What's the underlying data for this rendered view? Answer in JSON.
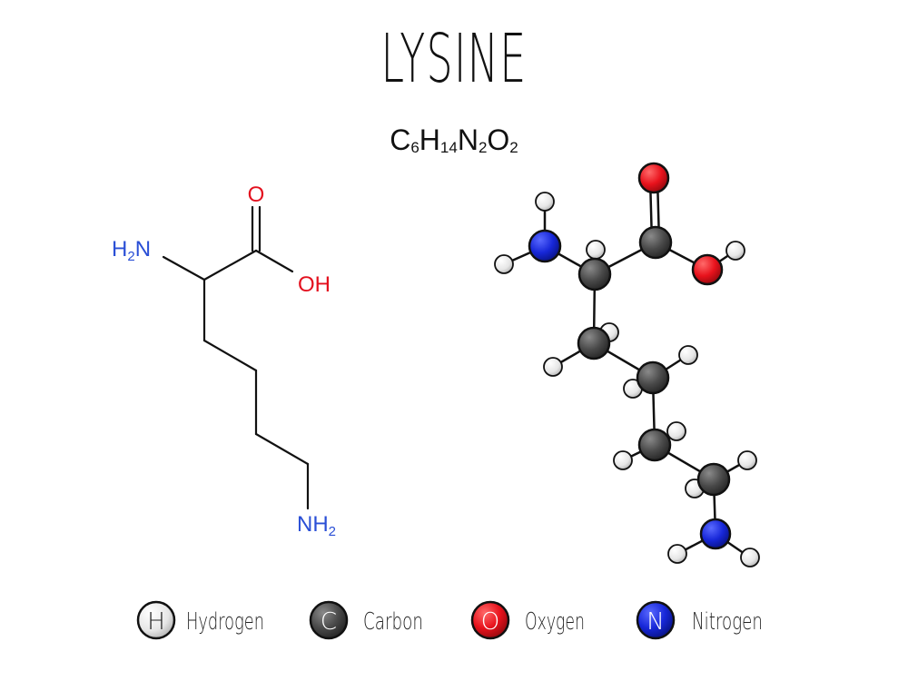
{
  "title": "LYSINE",
  "formula": {
    "parts": [
      "C",
      "6",
      "H",
      "14",
      "N",
      "2",
      "O",
      "2"
    ]
  },
  "skeletal": {
    "labels": {
      "o_double": "O",
      "oh": "OH",
      "h2n_prefix": "H",
      "h2n_sub": "2",
      "h2n_suffix": "N",
      "nh2_prefix": "NH",
      "nh2_sub": "2"
    }
  },
  "colors": {
    "nitrogen_text": "#2a4fd6",
    "oxygen_text": "#e3101e",
    "bond": "#111111",
    "hydrogen": "#eeeeee",
    "carbon": "#4a4a4a",
    "oxygen": "#e8121c",
    "nitrogen": "#1727d8"
  },
  "legend": [
    {
      "symbol": "H",
      "name": "Hydrogen",
      "element": "hydrogen"
    },
    {
      "symbol": "C",
      "name": "Carbon",
      "element": "carbon"
    },
    {
      "symbol": "O",
      "name": "Oxygen",
      "element": "oxygen"
    },
    {
      "symbol": "N",
      "name": "Nitrogen",
      "element": "nitrogen"
    }
  ]
}
